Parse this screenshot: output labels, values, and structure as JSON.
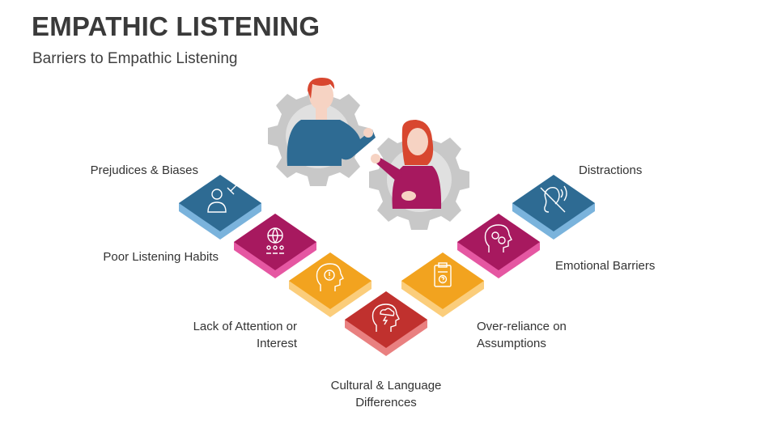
{
  "title": "EMPATHIC LISTENING",
  "subtitle": "Barriers to Empathic Listening",
  "colors": {
    "blue": "#2e6b93",
    "magenta": "#a7195f",
    "orange": "#f2a31f",
    "red": "#c0312e",
    "gear": "#c8c8c8"
  },
  "barriers": [
    {
      "label": "Prejudices & Biases",
      "icon": "person-gavel-icon",
      "color": "blue"
    },
    {
      "label": "Poor Listening Habits",
      "icon": "globe-people-icon",
      "color": "magenta"
    },
    {
      "label_line1": "Lack of Attention or",
      "label_line2": "Interest",
      "icon": "head-alert-icon",
      "color": "orange"
    },
    {
      "label_line1": "Cultural & Language",
      "label_line2": "Differences",
      "icon": "head-storm-icon",
      "color": "red"
    },
    {
      "label_line1": "Over-reliance on",
      "label_line2": "Assumptions",
      "icon": "clipboard-question-icon",
      "color": "orange"
    },
    {
      "label": "Emotional Barriers",
      "icon": "faces-emotion-icon",
      "color": "magenta"
    },
    {
      "label": "Distractions",
      "icon": "ear-crossed-icon",
      "color": "blue"
    }
  ]
}
